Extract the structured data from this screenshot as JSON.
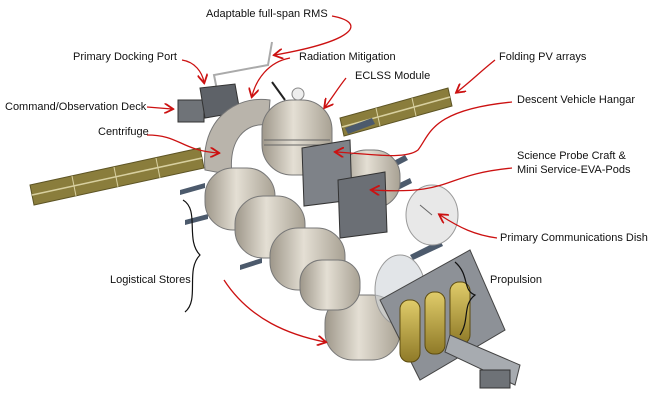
{
  "diagram": {
    "labels": {
      "rms": "Adaptable full-span RMS",
      "docking": "Primary Docking Port",
      "radiation": "Radiation Mitigation",
      "eclss": "ECLSS Module",
      "pv": "Folding PV arrays",
      "command": "Command/Observation Deck",
      "hangar": "Descent Vehicle Hangar",
      "centrifuge": "Centrifuge",
      "science_1": "Science Probe Craft &",
      "science_2": "Mini Service-EVA-Pods",
      "dish": "Primary Communications Dish",
      "stores": "Logistical Stores",
      "propulsion": "Propulsion"
    },
    "colors": {
      "arrow": "#cc1111",
      "module": "#d9d3c7",
      "panel": "#8a7d3c",
      "tank": "#c9b24a",
      "hull": "#7b7f85"
    }
  }
}
